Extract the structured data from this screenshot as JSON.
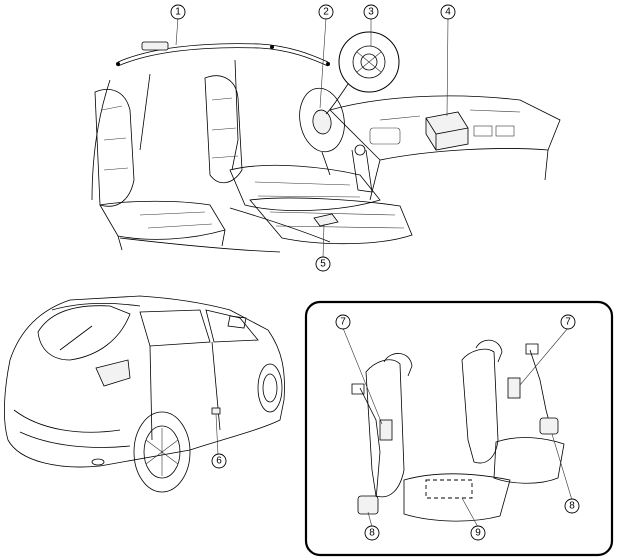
{
  "callouts": [
    {
      "id": "1",
      "label": "1"
    },
    {
      "id": "2",
      "label": "2"
    },
    {
      "id": "3",
      "label": "3"
    },
    {
      "id": "4",
      "label": "4"
    },
    {
      "id": "5",
      "label": "5"
    },
    {
      "id": "6",
      "label": "6"
    },
    {
      "id": "7a",
      "label": "7"
    },
    {
      "id": "7b",
      "label": "7"
    },
    {
      "id": "8a",
      "label": "8"
    },
    {
      "id": "8b",
      "label": "8"
    },
    {
      "id": "9",
      "label": "9"
    }
  ]
}
